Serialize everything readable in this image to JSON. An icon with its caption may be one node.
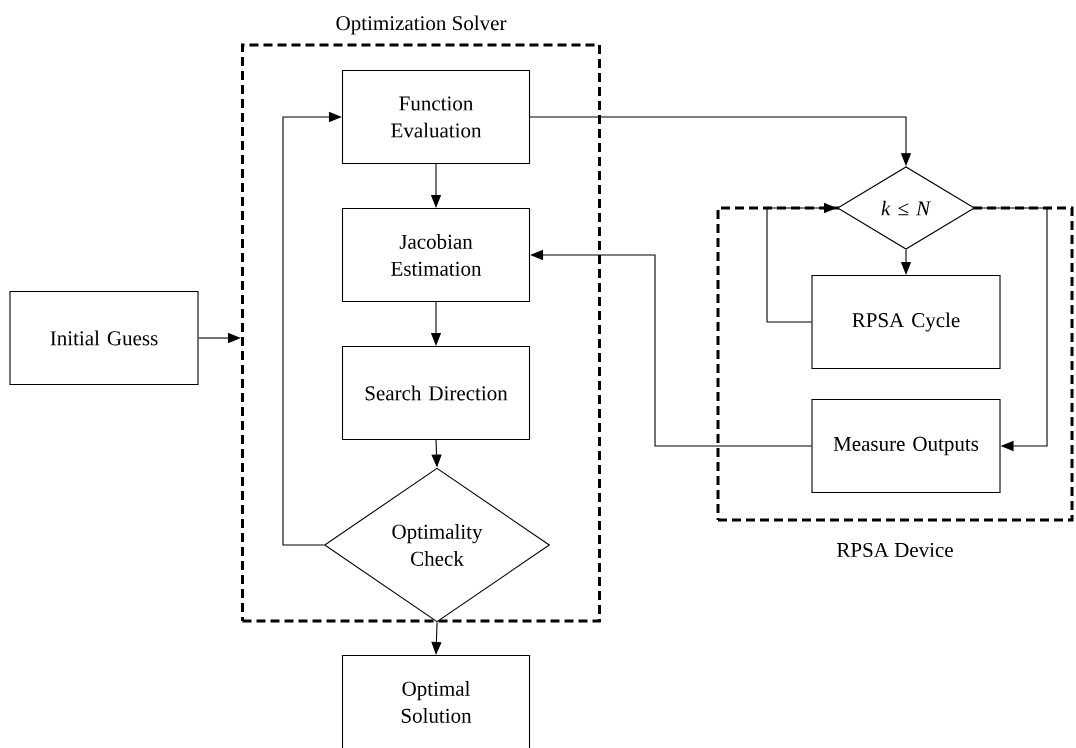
{
  "diagram": {
    "nodes": [
      {
        "text": [
          "Optimization Solver"
        ]
      },
      {
        "text": [
          "Function Evaluation"
        ],
        "in": 0
      },
      {
        "text": [
          "Jacobian Estimation"
        ],
        "in": 0
      },
      {
        "text": [
          "Search Direction"
        ],
        "in": 0
      },
      {
        "text": [
          "Optimality Check"
        ],
        "in": 0
      },
      {
        "text": [
          "Initial Guess"
        ]
      },
      {
        "text": [
          "Optimal Solution"
        ]
      },
      {
        "text": [
          "RPSA Device"
        ]
      },
      {
        "text": [
          "*k* ≤ *N*"
        ]
      },
      {
        "text": [
          "RPSA Cycle"
        ],
        "in": 7
      },
      {
        "text": [
          "Measure Outputs"
        ],
        "in": 7
      }
    ],
    "edges": [
      {
        "from": 5,
        "to": 0,
        "arrow": "to"
      },
      {
        "from": 1,
        "to": 2,
        "arrow": "to"
      },
      {
        "from": 2,
        "to": 3,
        "arrow": "to"
      },
      {
        "from": 3,
        "to": 4,
        "arrow": "to"
      },
      {
        "from": 4,
        "to": 1,
        "arrow": "to"
      },
      {
        "from": 4,
        "to": 6,
        "arrow": "to"
      },
      {
        "from": 1,
        "to": 8,
        "arrow": "to"
      },
      {
        "from": 8,
        "to": 9,
        "arrow": "to"
      },
      {
        "from": 9,
        "to": 8,
        "arrow": "to"
      },
      {
        "from": 8,
        "to": 10,
        "arrow": "to"
      },
      {
        "from": 10,
        "to": 2,
        "arrow": "to"
      }
    ]
  }
}
